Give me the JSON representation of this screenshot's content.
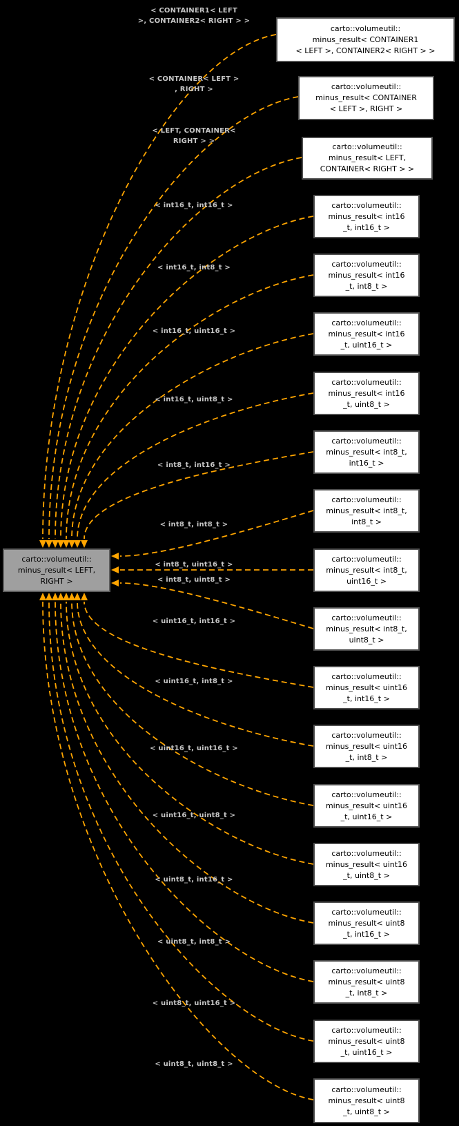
{
  "colors": {
    "background": "#000000",
    "edge": "#FFA500",
    "edge_label_text": "#C6C6C6",
    "box_background": "#FFFFFF",
    "box_border": "#4E4E4E",
    "box_text": "#000000",
    "node_background": "#9F9F9F",
    "node_border": "#5C5C5C"
  },
  "node": {
    "lines": [
      "carto::volumeutil::",
      "minus_result< LEFT,",
      "RIGHT >"
    ]
  },
  "edges": [
    {
      "label_lines": [
        "< CONTAINER1< LEFT",
        ">, CONTAINER2< RIGHT > >"
      ],
      "box_lines": [
        "carto::volumeutil::",
        "minus_result< CONTAINER1",
        "< LEFT >, CONTAINER2< RIGHT > >"
      ]
    },
    {
      "label_lines": [
        "< CONTAINER< LEFT >",
        ", RIGHT >"
      ],
      "box_lines": [
        "carto::volumeutil::",
        "minus_result< CONTAINER",
        "< LEFT >, RIGHT >"
      ]
    },
    {
      "label_lines": [
        "< LEFT, CONTAINER<",
        "RIGHT > >"
      ],
      "box_lines": [
        "carto::volumeutil::",
        "minus_result< LEFT,",
        "CONTAINER< RIGHT > >"
      ]
    },
    {
      "label_lines": [
        "< int16_t, int16_t >"
      ],
      "box_lines": [
        "carto::volumeutil::",
        "minus_result< int16",
        "_t, int16_t >"
      ]
    },
    {
      "label_lines": [
        "< int16_t, int8_t >"
      ],
      "box_lines": [
        "carto::volumeutil::",
        "minus_result< int16",
        "_t, int8_t >"
      ]
    },
    {
      "label_lines": [
        "< int16_t, uint16_t >"
      ],
      "box_lines": [
        "carto::volumeutil::",
        "minus_result< int16",
        "_t, uint16_t >"
      ]
    },
    {
      "label_lines": [
        "< int16_t, uint8_t >"
      ],
      "box_lines": [
        "carto::volumeutil::",
        "minus_result< int16",
        "_t, uint8_t >"
      ]
    },
    {
      "label_lines": [
        "< int8_t, int16_t >"
      ],
      "box_lines": [
        "carto::volumeutil::",
        "minus_result< int8_t,",
        "int16_t >"
      ]
    },
    {
      "label_lines": [
        "< int8_t, int8_t >"
      ],
      "box_lines": [
        "carto::volumeutil::",
        "minus_result< int8_t,",
        "int8_t >"
      ]
    },
    {
      "label_lines": [
        "< int8_t, uint16_t >"
      ],
      "box_lines": [
        "carto::volumeutil::",
        "minus_result< int8_t,",
        "uint16_t >"
      ]
    },
    {
      "label_lines": [
        "< int8_t, uint8_t >"
      ],
      "box_lines": [
        "carto::volumeutil::",
        "minus_result< int8_t,",
        "uint8_t >"
      ]
    },
    {
      "label_lines": [
        "< uint16_t, int16_t >"
      ],
      "box_lines": [
        "carto::volumeutil::",
        "minus_result< uint16",
        "_t, int16_t >"
      ]
    },
    {
      "label_lines": [
        "< uint16_t, int8_t >"
      ],
      "box_lines": [
        "carto::volumeutil::",
        "minus_result< uint16",
        "_t, int8_t >"
      ]
    },
    {
      "label_lines": [
        "< uint16_t, uint16_t >"
      ],
      "box_lines": [
        "carto::volumeutil::",
        "minus_result< uint16",
        "_t, uint16_t >"
      ]
    },
    {
      "label_lines": [
        "< uint16_t, uint8_t >"
      ],
      "box_lines": [
        "carto::volumeutil::",
        "minus_result< uint16",
        "_t, uint8_t >"
      ]
    },
    {
      "label_lines": [
        "< uint8_t, int16_t >"
      ],
      "box_lines": [
        "carto::volumeutil::",
        "minus_result< uint8",
        "_t, int16_t >"
      ]
    },
    {
      "label_lines": [
        "< uint8_t, int8_t >"
      ],
      "box_lines": [
        "carto::volumeutil::",
        "minus_result< uint8",
        "_t, int8_t >"
      ]
    },
    {
      "label_lines": [
        "< uint8_t, uint16_t >"
      ],
      "box_lines": [
        "carto::volumeutil::",
        "minus_result< uint8",
        "_t, uint16_t >"
      ]
    },
    {
      "label_lines": [
        "< uint8_t, uint8_t >"
      ],
      "box_lines": [
        "carto::volumeutil::",
        "minus_result< uint8",
        "_t, uint8_t >"
      ]
    }
  ]
}
